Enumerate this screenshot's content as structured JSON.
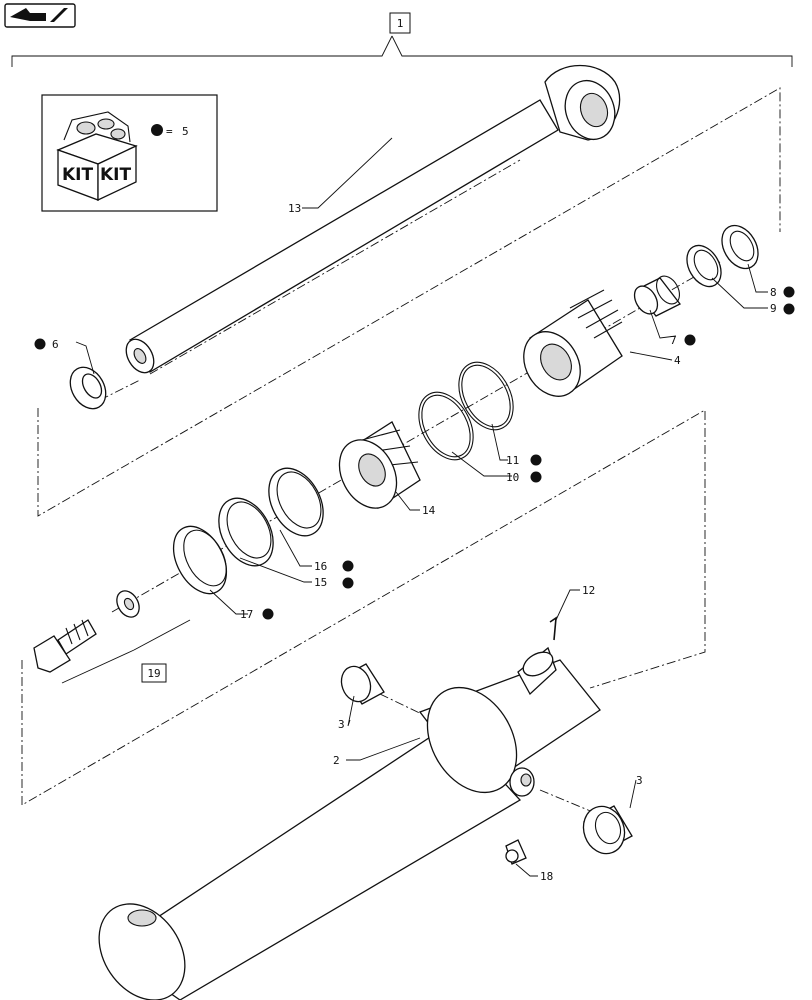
{
  "nav": {
    "icon": "back-arrow-icon"
  },
  "assembly_label": "1",
  "kit": {
    "text_left": "KIT",
    "text_right": "KIT",
    "ref": "5",
    "equals": "="
  },
  "ref_box_label": "19",
  "callouts": {
    "c2": "2",
    "c3a": "3",
    "c3b": "3",
    "c4": "4",
    "c6": "6",
    "c7": "7",
    "c8": "8",
    "c9": "9",
    "c10": "10",
    "c11": "11",
    "c12": "12",
    "c13": "13",
    "c14": "14",
    "c15": "15",
    "c16": "16",
    "c17": "17",
    "c18": "18"
  },
  "colors": {
    "line": "#111111",
    "shade": "#d9d9d9",
    "background": "#ffffff"
  }
}
